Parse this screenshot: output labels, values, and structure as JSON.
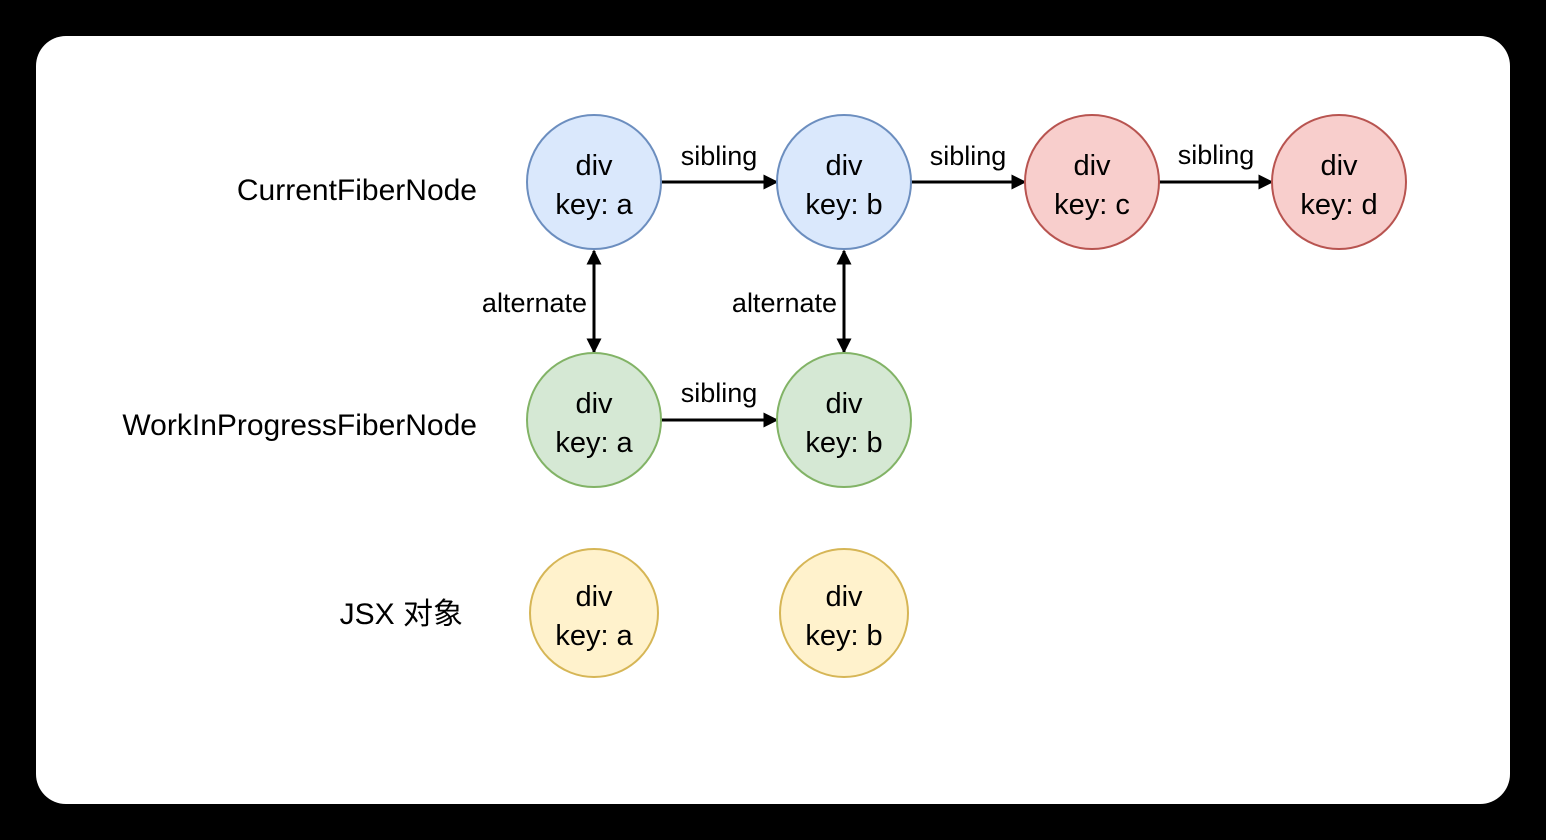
{
  "rows": {
    "current": {
      "label": "CurrentFiberNode"
    },
    "wip": {
      "label": "WorkInProgressFiberNode"
    },
    "jsx": {
      "label": "JSX 对象"
    }
  },
  "nodes": {
    "current_a": {
      "line1": "div",
      "line2": "key: a",
      "color": "blue"
    },
    "current_b": {
      "line1": "div",
      "line2": "key: b",
      "color": "blue"
    },
    "current_c": {
      "line1": "div",
      "line2": "key: c",
      "color": "red"
    },
    "current_d": {
      "line1": "div",
      "line2": "key: d",
      "color": "red"
    },
    "wip_a": {
      "line1": "div",
      "line2": "key: a",
      "color": "green"
    },
    "wip_b": {
      "line1": "div",
      "line2": "key: b",
      "color": "green"
    },
    "jsx_a": {
      "line1": "div",
      "line2": "key: a",
      "color": "yellow"
    },
    "jsx_b": {
      "line1": "div",
      "line2": "key: b",
      "color": "yellow"
    }
  },
  "edges": {
    "sibling_label": "sibling",
    "alternate_label": "alternate"
  },
  "palette": {
    "background": "#000000",
    "card": "#ffffff",
    "edge": "#000000",
    "text": "#000000",
    "blue": {
      "fill": "#dae8fc",
      "stroke": "#6c8ebf"
    },
    "red": {
      "fill": "#f8cecc",
      "stroke": "#b85450"
    },
    "green": {
      "fill": "#d5e8d4",
      "stroke": "#82b366"
    },
    "yellow": {
      "fill": "#fff2cc",
      "stroke": "#d6b656"
    }
  }
}
